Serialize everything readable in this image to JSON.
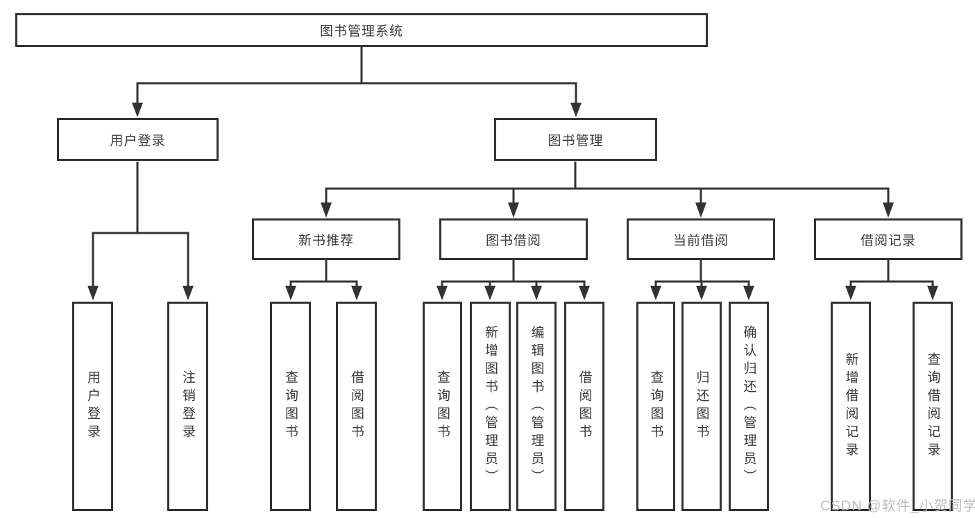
{
  "colors": {
    "line": "#333333",
    "box_border": "#333333",
    "text": "#3a3a3a",
    "background": "#ffffff",
    "watermark": "#bdbdbd"
  },
  "watermark": {
    "text": "CSDN @软件_小贺同学"
  },
  "tree": {
    "root": {
      "label": "图书管理系统"
    },
    "branches": [
      {
        "label": "用户登录",
        "children": [
          {
            "label": "用户登录"
          },
          {
            "label": "注销登录"
          }
        ]
      },
      {
        "label": "图书管理",
        "children": [
          {
            "label": "新书推荐",
            "children": [
              {
                "label": "查询图书"
              },
              {
                "label": "借阅图书"
              }
            ]
          },
          {
            "label": "图书借阅",
            "children": [
              {
                "label": "查询图书"
              },
              {
                "label": "新增图书（管理员）"
              },
              {
                "label": "编辑图书（管理员）"
              },
              {
                "label": "借阅图书"
              }
            ]
          },
          {
            "label": "当前借阅",
            "children": [
              {
                "label": "查询图书"
              },
              {
                "label": "归还图书"
              },
              {
                "label": "确认归还（管理员）"
              }
            ]
          },
          {
            "label": "借阅记录",
            "children": [
              {
                "label": "新增借阅记录"
              },
              {
                "label": "查询借阅记录"
              }
            ]
          }
        ]
      }
    ]
  }
}
